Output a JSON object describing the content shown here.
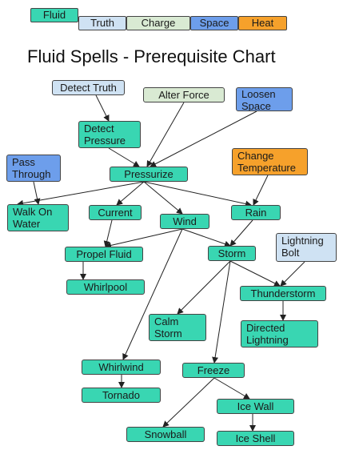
{
  "title": "Fluid Spells - Prerequisite Chart",
  "colors": {
    "Fluid": "#39d6b2",
    "Truth": "#cfe2f3",
    "Charge": "#d9ead3",
    "Space": "#6d9eeb",
    "Heat": "#f6a12b"
  },
  "legend": [
    {
      "id": "fluid",
      "label": "Fluid",
      "category": "Fluid"
    },
    {
      "id": "truth",
      "label": "Truth",
      "category": "Truth"
    },
    {
      "id": "charge",
      "label": "Charge",
      "category": "Charge"
    },
    {
      "id": "space",
      "label": "Space",
      "category": "Space"
    },
    {
      "id": "heat",
      "label": "Heat",
      "category": "Heat"
    }
  ],
  "nodes": [
    {
      "id": "detect-truth",
      "label": "Detect Truth",
      "category": "Truth"
    },
    {
      "id": "alter-force",
      "label": "Alter Force",
      "category": "Charge"
    },
    {
      "id": "loosen-space",
      "label": "Loosen Space",
      "category": "Space"
    },
    {
      "id": "detect-pressure",
      "label": "Detect Pressure",
      "category": "Fluid"
    },
    {
      "id": "pass-through",
      "label": "Pass Through",
      "category": "Space"
    },
    {
      "id": "change-temperature",
      "label": "Change Temperature",
      "category": "Heat"
    },
    {
      "id": "pressurize",
      "label": "Pressurize",
      "category": "Fluid"
    },
    {
      "id": "walk-on-water",
      "label": "Walk On Water",
      "category": "Fluid"
    },
    {
      "id": "current",
      "label": "Current",
      "category": "Fluid"
    },
    {
      "id": "wind",
      "label": "Wind",
      "category": "Fluid"
    },
    {
      "id": "rain",
      "label": "Rain",
      "category": "Fluid"
    },
    {
      "id": "lightning-bolt",
      "label": "Lightning Bolt",
      "category": "Truth"
    },
    {
      "id": "propel-fluid",
      "label": "Propel Fluid",
      "category": "Fluid"
    },
    {
      "id": "storm",
      "label": "Storm",
      "category": "Fluid"
    },
    {
      "id": "whirlpool",
      "label": "Whirlpool",
      "category": "Fluid"
    },
    {
      "id": "thunderstorm",
      "label": "Thunderstorm",
      "category": "Fluid"
    },
    {
      "id": "calm-storm",
      "label": "Calm Storm",
      "category": "Fluid"
    },
    {
      "id": "directed-lightning",
      "label": "Directed Lightning",
      "category": "Fluid"
    },
    {
      "id": "whirlwind",
      "label": "Whirlwind",
      "category": "Fluid"
    },
    {
      "id": "freeze",
      "label": "Freeze",
      "category": "Fluid"
    },
    {
      "id": "tornado",
      "label": "Tornado",
      "category": "Fluid"
    },
    {
      "id": "ice-wall",
      "label": "Ice Wall",
      "category": "Fluid"
    },
    {
      "id": "snowball",
      "label": "Snowball",
      "category": "Fluid"
    },
    {
      "id": "ice-shell",
      "label": "Ice Shell",
      "category": "Fluid"
    }
  ],
  "edges": [
    {
      "from": "detect-truth",
      "to": "detect-pressure"
    },
    {
      "from": "detect-pressure",
      "to": "pressurize"
    },
    {
      "from": "alter-force",
      "to": "pressurize"
    },
    {
      "from": "loosen-space",
      "to": "pressurize"
    },
    {
      "from": "pass-through",
      "to": "walk-on-water"
    },
    {
      "from": "change-temperature",
      "to": "rain"
    },
    {
      "from": "pressurize",
      "to": "walk-on-water"
    },
    {
      "from": "pressurize",
      "to": "current"
    },
    {
      "from": "pressurize",
      "to": "wind"
    },
    {
      "from": "pressurize",
      "to": "rain"
    },
    {
      "from": "current",
      "to": "propel-fluid"
    },
    {
      "from": "wind",
      "to": "propel-fluid"
    },
    {
      "from": "wind",
      "to": "storm"
    },
    {
      "from": "wind",
      "to": "whirlwind"
    },
    {
      "from": "rain",
      "to": "storm"
    },
    {
      "from": "propel-fluid",
      "to": "whirlpool"
    },
    {
      "from": "storm",
      "to": "thunderstorm"
    },
    {
      "from": "lightning-bolt",
      "to": "thunderstorm"
    },
    {
      "from": "storm",
      "to": "calm-storm"
    },
    {
      "from": "storm",
      "to": "freeze"
    },
    {
      "from": "thunderstorm",
      "to": "directed-lightning"
    },
    {
      "from": "whirlwind",
      "to": "tornado"
    },
    {
      "from": "freeze",
      "to": "snowball"
    },
    {
      "from": "freeze",
      "to": "ice-wall"
    },
    {
      "from": "ice-wall",
      "to": "ice-shell"
    }
  ]
}
